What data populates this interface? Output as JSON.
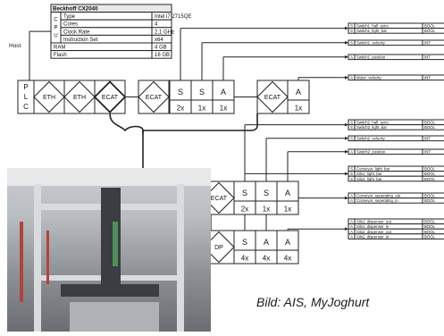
{
  "spec_table": {
    "title": "Beckhoff CX2040",
    "cpu_label": "CPU",
    "rows": [
      {
        "key": "Type",
        "value": "Intel i7 2715QE"
      },
      {
        "key": "Cores",
        "value": "4"
      },
      {
        "key": "Clock Rate",
        "value": "2,1 GHz"
      },
      {
        "key": "Instruction Set",
        "value": "x64"
      }
    ],
    "extra_rows": [
      {
        "key": "RAM",
        "value": "4 GB"
      },
      {
        "key": "Flash",
        "value": "16 GB"
      }
    ]
  },
  "host_label": "Host",
  "plc_label": [
    "P",
    "L",
    "C"
  ],
  "eth_labels": [
    "ETH",
    "ETH"
  ],
  "ecat_label": "ECAT",
  "dp_label": "DP",
  "terminal_groups": [
    {
      "types": [
        "S",
        "S",
        "A"
      ],
      "counts": [
        "2x",
        "1x",
        "1x"
      ]
    },
    {
      "types": [
        "A"
      ],
      "counts": [
        "1x"
      ]
    },
    {
      "types": [
        "S",
        "S",
        "A"
      ],
      "counts": [
        "2x",
        "1x",
        "1x"
      ]
    },
    {
      "types": [
        "S",
        "A",
        "A"
      ],
      "counts": [
        "4x",
        "4x",
        "4x"
      ]
    }
  ],
  "signal_groups": [
    [
      {
        "io": "S",
        "name": "Switch1_hall_sens",
        "type": "BOOL"
      },
      {
        "io": "S",
        "name": "Switch1_light_bar",
        "type": "BOOL"
      }
    ],
    [
      {
        "io": "S",
        "name": "Switch1_velocity",
        "type": "INT"
      }
    ],
    [
      {
        "io": "A",
        "name": "Switch1_position",
        "type": "INT"
      }
    ],
    [
      {
        "io": "A",
        "name": "Motor_velocity",
        "type": "INT"
      }
    ],
    [
      {
        "io": "S",
        "name": "Switch2_hall_sens",
        "type": "BOOL"
      },
      {
        "io": "S",
        "name": "Switch2_light_bar",
        "type": "BOOL"
      }
    ],
    [
      {
        "io": "S",
        "name": "Switch2_velocity",
        "type": "INT"
      }
    ],
    [
      {
        "io": "A",
        "name": "Switch2_position",
        "type": "INT"
      }
    ],
    [
      {
        "io": "S",
        "name": "Conveyor_light_bar",
        "type": "BOOL"
      },
      {
        "io": "S",
        "name": "Silo1_light_bar",
        "type": "BOOL"
      },
      {
        "io": "S",
        "name": "Silo2_light_bar",
        "type": "BOOL"
      }
    ],
    [
      {
        "io": "A",
        "name": "Conveyor_seperating_out",
        "type": "BOOL"
      },
      {
        "io": "A",
        "name": "Conveyor_seperating_in",
        "type": "BOOL"
      }
    ],
    [
      {
        "io": "A",
        "name": "Silo1_dispenser_out",
        "type": "BOOL"
      },
      {
        "io": "A",
        "name": "Silo1_dispenser_in",
        "type": "BOOL"
      },
      {
        "io": "A",
        "name": "Silo2_dispenser_out",
        "type": "BOOL"
      },
      {
        "io": "A",
        "name": "Silo2_dispenser_in",
        "type": "BOOL"
      }
    ]
  ],
  "caption": "Bild: AIS, MyJoghurt"
}
